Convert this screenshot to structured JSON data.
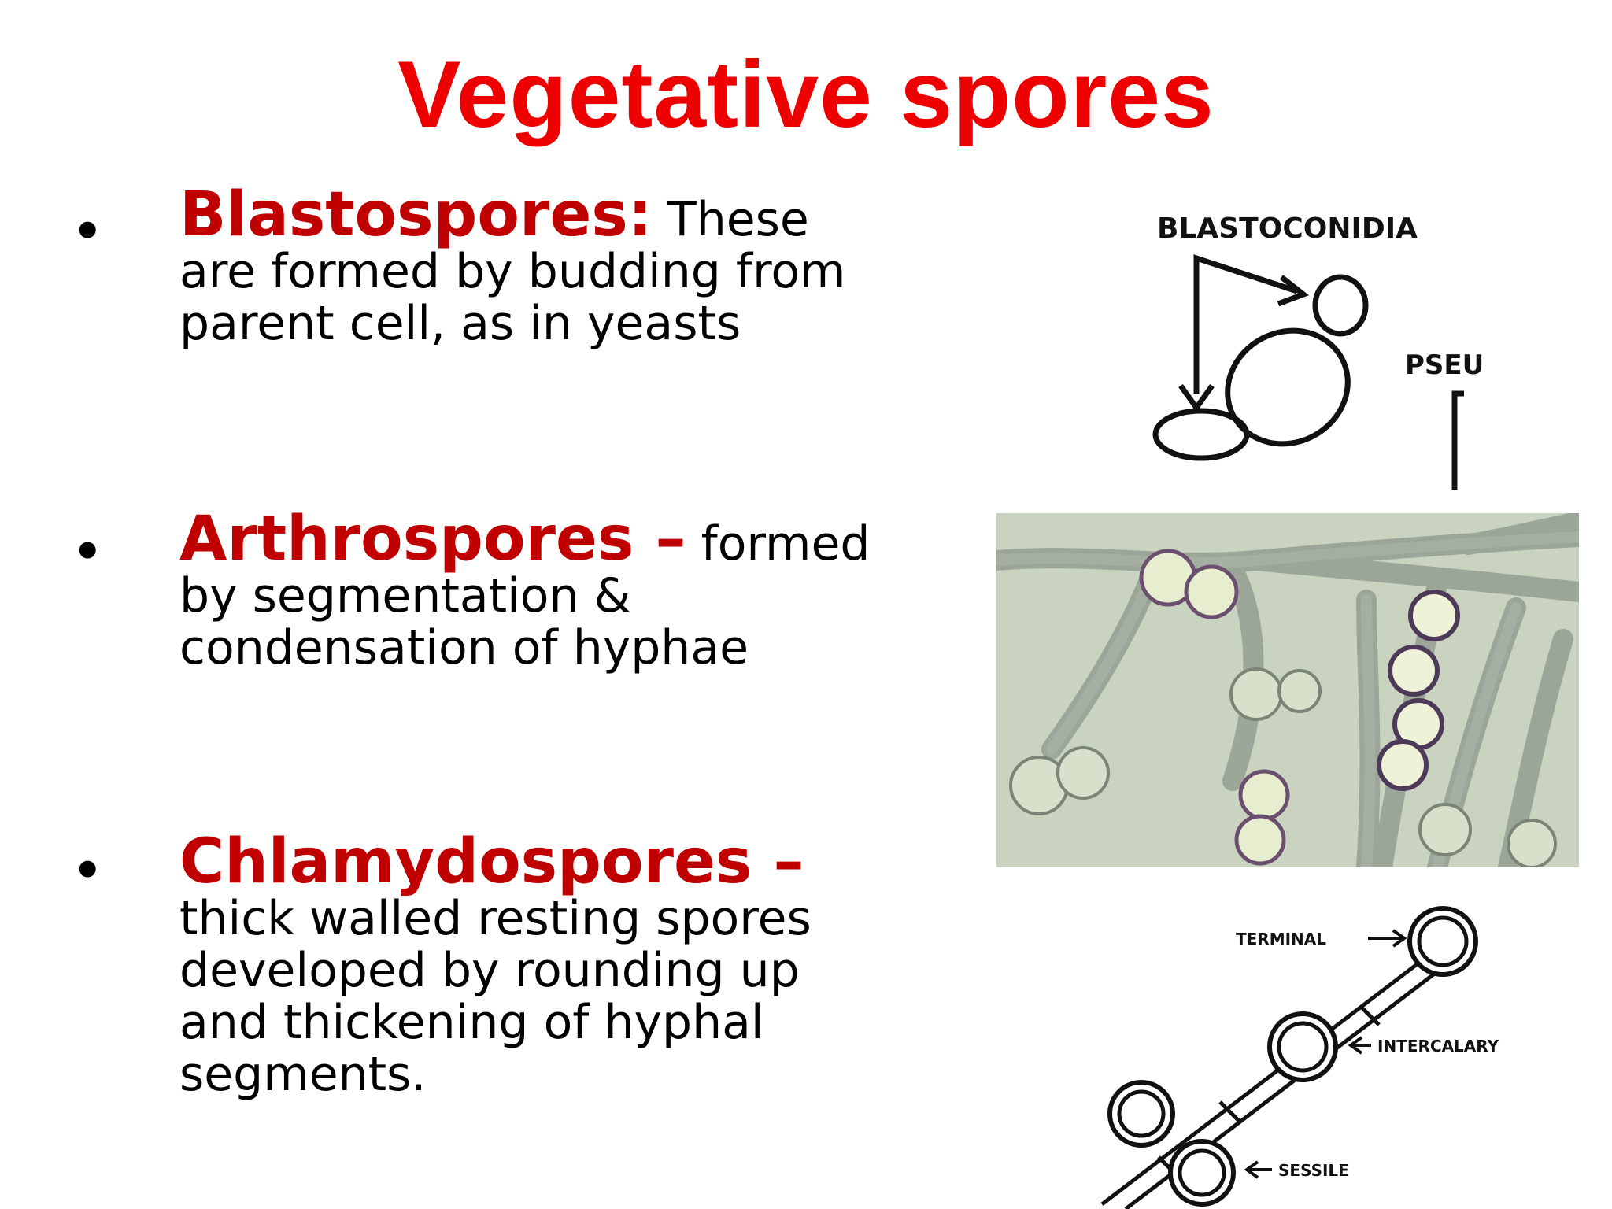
{
  "title": "Vegetative spores",
  "bullets": [
    {
      "term": "Blastospores:",
      "lines": [
        "These",
        "are formed by budding from",
        "parent cell, as in yeasts"
      ]
    },
    {
      "term": "Arthrospores –",
      "lines": [
        "formed",
        "by segmentation &",
        "condensation of hyphae"
      ]
    },
    {
      "term": "Chlamydospores –",
      "lines": [
        "thick walled resting spores",
        "developed by rounding up",
        "and thickening of hyphal",
        "segments."
      ]
    }
  ],
  "bullet_symbol": "•",
  "figures": {
    "blastoconidia": {
      "label_top": "BLASTOCONIDIA",
      "label_side": "PSEU"
    },
    "chlamydospore_diagram": {
      "terminal": "TERMINAL",
      "intercalary": "INTERCALARY",
      "sessile": "SESSILE"
    }
  },
  "colors": {
    "title": "#ee0000",
    "term": "#c00000",
    "micrograph_bg": "#c9d3c0"
  }
}
